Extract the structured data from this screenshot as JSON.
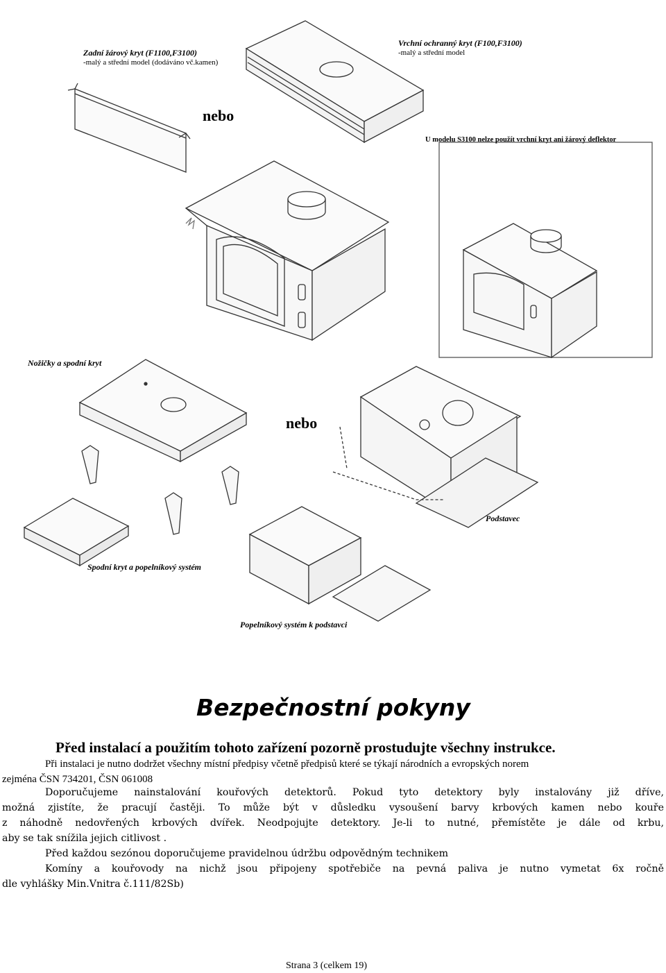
{
  "diagram": {
    "labels": {
      "rear_heat_shield_title": "Zadní žárový kryt (F1100,F3100)",
      "rear_heat_shield_sub": "-malý a střední model (dodáváno vč.kamen)",
      "top_cover_title": "Vrchní ochranný kryt (F100,F3100)",
      "top_cover_sub": "-malý a střední model",
      "nebo_top": "nebo",
      "s3100_note": "U modelu S3100 nelze použít vrchní kryt ani žárový deflektor",
      "legs_bottom_cover": "Nožičky a spodní kryt",
      "nebo_middle": "nebo",
      "pedestal": "Podstavec",
      "bottom_cover_ash_system": "Spodní kryt a popelníkový systém",
      "ash_system_pedestal": "Popelníkový systém k podstavci"
    }
  },
  "safety": {
    "heading": "Bezpečnostní pokyny",
    "subheading": "Před instalací a použitím tohoto zařízení pozorně prostudujte všechny instrukce.",
    "para1_line1": "Při instalaci je nutno dodržet všechny místní předpisy včetně předpisů které se týkají národních a evropských norem",
    "para1_line2": "zejména ČSN 734201, ČSN 061008",
    "para2_line1": "Doporučujeme nainstalování kouřových detektorů. Pokud tyto detektory byly instalovány již dříve,",
    "para2_line2": "možná zjistíte, že pracují častěji. To může být v důsledku vysoušení barvy krbových kamen nebo kouře",
    "para2_line3": "z náhodně nedovřených krbových dvířek. Neodpojujte detektory. Je-li to nutné, přemístěte je dále od krbu,",
    "para2_line4": "aby se tak snížila jejich citlivost .",
    "para3": "Před každou sezónou doporučujeme pravidelnou údržbu odpovědným technikem",
    "para4_line1": "Komíny a kouřovody na nichž jsou připojeny spotřebiče na pevná paliva je nutno vymetat 6x ročně",
    "para4_line2": "dle vyhlášky Min.Vnitra č.111/82Sb)"
  },
  "footer": {
    "page": "Strana 3 (celkem 19)"
  }
}
